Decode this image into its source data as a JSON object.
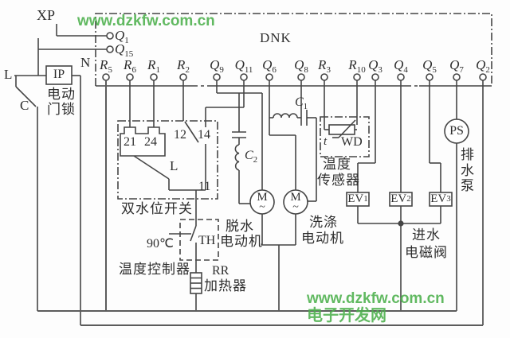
{
  "watermarks": {
    "top": "www.dzkfw.com.cn",
    "bottom_line1": "www.dzkfw.com.cn",
    "bottom_line2": "电子开发网",
    "color": "#4cb04c"
  },
  "power": {
    "plug": "XP",
    "live": "L",
    "neutral": "N",
    "switch_common": "C"
  },
  "door_lock": {
    "label": "IP",
    "caption_line1": "电动",
    "caption_line2": "门锁"
  },
  "controller": {
    "label": "DNK",
    "q1_base": "Q",
    "q1_sub": "1",
    "q15_base": "Q",
    "q15_sub": "15"
  },
  "terminals": [
    {
      "base": "R",
      "sub": "5"
    },
    {
      "base": "R",
      "sub": "6"
    },
    {
      "base": "R",
      "sub": "1"
    },
    {
      "base": "R",
      "sub": "2"
    },
    {
      "base": "Q",
      "sub": "9"
    },
    {
      "base": "Q",
      "sub": "11"
    },
    {
      "base": "Q",
      "sub": "6"
    },
    {
      "base": "Q",
      "sub": "8"
    },
    {
      "base": "R",
      "sub": "3"
    },
    {
      "base": "R",
      "sub": "10"
    },
    {
      "base": "Q",
      "sub": "3"
    },
    {
      "base": "Q",
      "sub": "4"
    },
    {
      "base": "Q",
      "sub": "5"
    },
    {
      "base": "Q",
      "sub": "7"
    },
    {
      "base": "Q",
      "sub": "2"
    }
  ],
  "level_switch": {
    "contact_21": "21",
    "contact_24": "24",
    "contact_12": "12",
    "contact_14": "14",
    "common": "L",
    "contact_11": "11",
    "caption": "双水位开关"
  },
  "thermostat": {
    "temperature": "90℃",
    "label": "TH",
    "caption": "温度控制器"
  },
  "heater": {
    "label": "RR",
    "caption": "加热器"
  },
  "capacitors": {
    "c1_base": "C",
    "c1_sub": "1",
    "c2_base": "C",
    "c2_sub": "2"
  },
  "temp_sensor": {
    "t": "t",
    "label": "WD",
    "caption_line1": "温度",
    "caption_line2": "传感器"
  },
  "motors": {
    "symbol": "M",
    "ac": "~",
    "spin_caption_line1": "脱水",
    "spin_caption_line2": "电动机",
    "wash_caption_line1": "洗涤",
    "wash_caption_line2": "电动机"
  },
  "valves": {
    "ev1_base": "EV",
    "ev1_sub": "1",
    "ev2_base": "EV",
    "ev2_sub": "2",
    "ev3_base": "EV",
    "ev3_sub": "3",
    "caption_line1": "进水",
    "caption_line2": "电磁阀"
  },
  "pump": {
    "label": "PS",
    "caption": "排水泵"
  }
}
